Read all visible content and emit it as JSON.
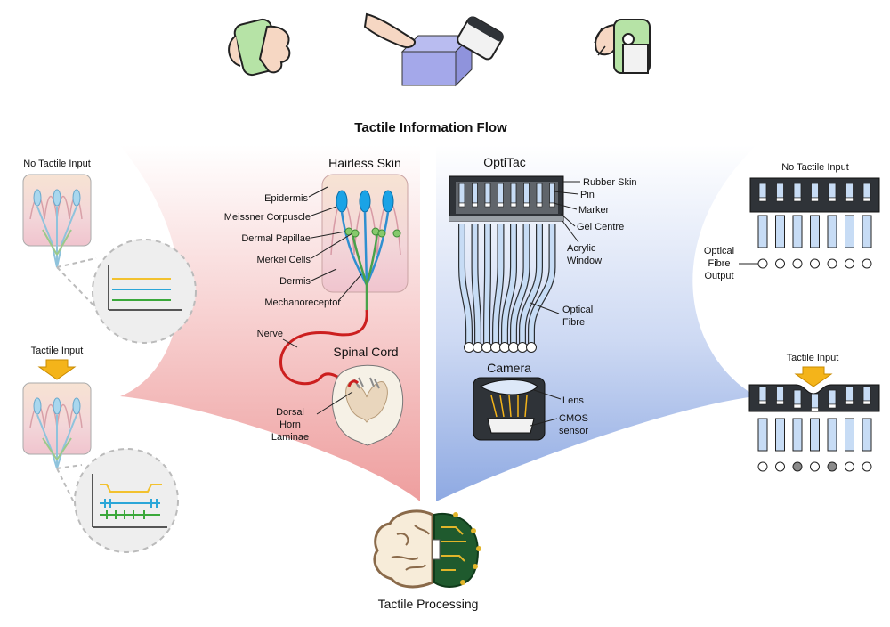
{
  "title": "Tactile Information Flow",
  "bottom_label": "Tactile Processing",
  "left_panel": {
    "no_input_label": "No Tactile Input",
    "input_label": "Tactile Input"
  },
  "biology": {
    "heading": "Hairless Skin",
    "labels": {
      "epidermis": "Epidermis",
      "meissner": "Meissner Corpuscle",
      "papillae": "Dermal Papillae",
      "merkel": "Merkel Cells",
      "dermis": "Dermis",
      "mechanoreceptor": "Mechanoreceptor",
      "nerve": "Nerve"
    },
    "spinal_heading": "Spinal Cord",
    "spinal_labels": [
      "Dorsal",
      "Horn",
      "Laminae"
    ]
  },
  "optitac": {
    "heading": "OptiTac",
    "labels": {
      "rubber_skin": "Rubber Skin",
      "pin": "Pin",
      "marker": "Marker",
      "gel_centre": "Gel Centre",
      "acrylic": [
        "Acrylic",
        "Window"
      ],
      "optical_fibre": [
        "Optical",
        "Fibre"
      ]
    },
    "camera_heading": "Camera",
    "camera_labels": {
      "lens": "Lens",
      "cmos": [
        "CMOS",
        "sensor"
      ]
    }
  },
  "right_panel": {
    "no_input_label": "No Tactile Input",
    "output_label": [
      "Optical",
      "Fibre",
      "Output"
    ],
    "input_label": "Tactile Input",
    "active_outputs": [
      2,
      4
    ]
  },
  "colors": {
    "signal_yellow": "#f2c12e",
    "signal_blue": "#2ba6d8",
    "signal_green": "#3aa83a",
    "arrow": "#f4b41a",
    "biology_gradient": "#ef9b9b",
    "optitac_gradient": "#8aa5e0",
    "nerve": "#cc1f1f",
    "pin": "#c7dcf5",
    "sensor_body": "#2f3338"
  }
}
